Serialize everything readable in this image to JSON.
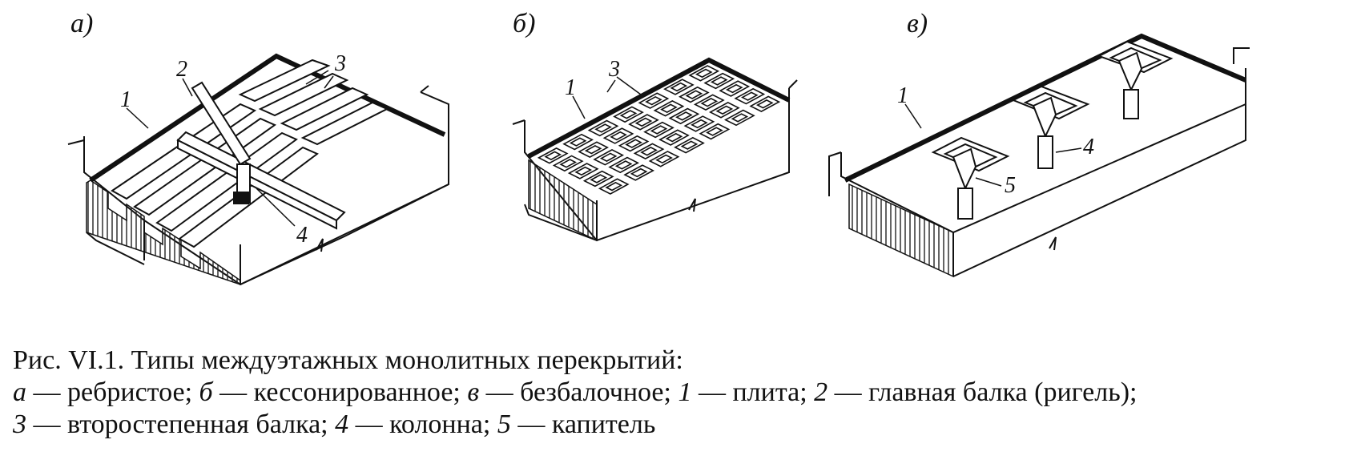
{
  "panels": [
    {
      "letter": "а)",
      "callouts": [
        "1",
        "2",
        "3",
        "4"
      ]
    },
    {
      "letter": "б)",
      "callouts": [
        "1",
        "3"
      ]
    },
    {
      "letter": "в)",
      "callouts": [
        "1",
        "4",
        "5"
      ]
    }
  ],
  "caption": {
    "title": "Рис. VI.1. Типы междуэтажных монолитных перекрытий:",
    "line2": [
      {
        "t": "а",
        "i": true
      },
      {
        "t": " — ребристое; ",
        "i": false
      },
      {
        "t": "б",
        "i": true
      },
      {
        "t": " — кессонированное; ",
        "i": false
      },
      {
        "t": "в",
        "i": true
      },
      {
        "t": " — безбалочное; ",
        "i": false
      },
      {
        "t": "1",
        "i": true
      },
      {
        "t": " — плита; ",
        "i": false
      },
      {
        "t": "2",
        "i": true
      },
      {
        "t": " — главная балка (ригель);",
        "i": false
      }
    ],
    "line3": [
      {
        "t": "3",
        "i": true
      },
      {
        "t": " — второстепенная балка; ",
        "i": false
      },
      {
        "t": "4",
        "i": true
      },
      {
        "t": " — колонна; ",
        "i": false
      },
      {
        "t": "5",
        "i": true
      },
      {
        "t": " — капитель",
        "i": false
      }
    ]
  }
}
